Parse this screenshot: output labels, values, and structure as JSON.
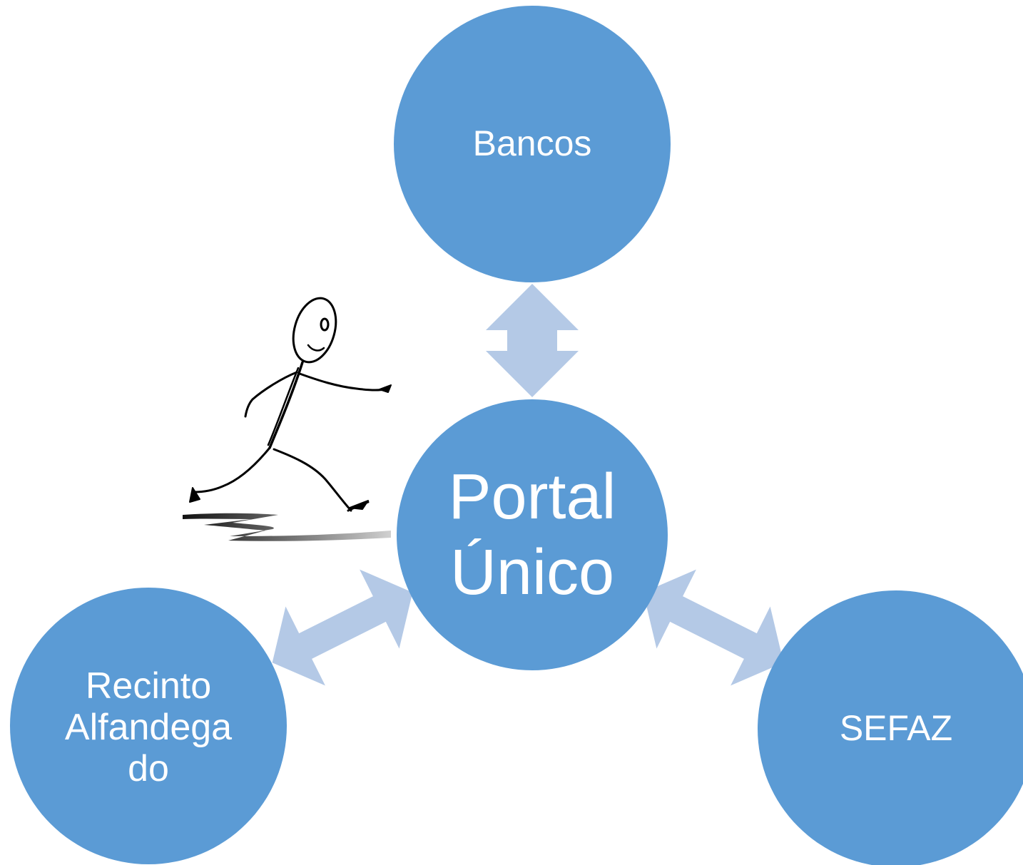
{
  "colors": {
    "node_fill": "#5b9bd5",
    "arrow_fill": "#b4c9e6",
    "label_text": "#ffffff",
    "figure_stroke": "#000000"
  },
  "nodes": {
    "bancos": {
      "label": "Bancos"
    },
    "portal": {
      "line1": "Portal",
      "line2": "Único"
    },
    "recinto": {
      "line1": "Recinto",
      "line2": "Alfandega",
      "line3": "do"
    },
    "sefaz": {
      "label": "SEFAZ"
    }
  },
  "decorations": {
    "figure_icon": "running-stick-figure-icon"
  }
}
